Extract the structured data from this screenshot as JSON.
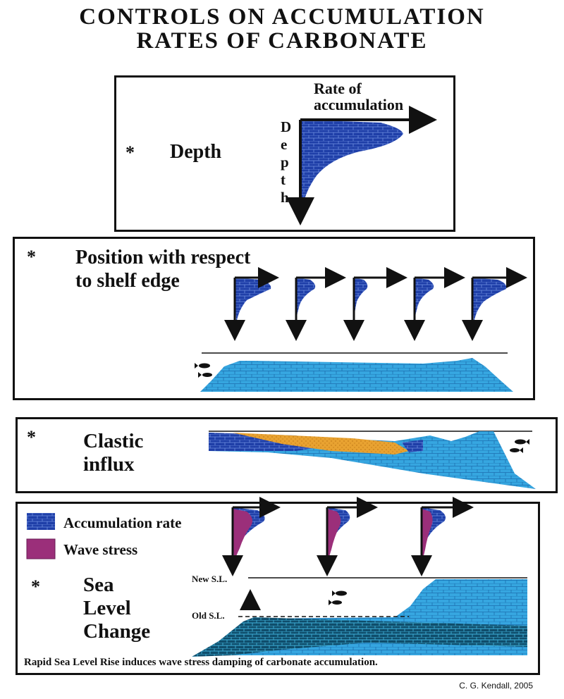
{
  "title": {
    "line1": "CONTROLS ON ACCUMULATION",
    "line2": "RATES  OF CARBONATE"
  },
  "panel_depth": {
    "star": "*",
    "label": "Depth",
    "x_axis_label_line1": "Rate of",
    "x_axis_label_line2": "accumulation",
    "y_axis_letters": [
      "D",
      "e",
      "p",
      "t",
      "h"
    ]
  },
  "panel_shelf": {
    "star": "*",
    "label_line1": "Position with respect",
    "label_line2": "to shelf edge"
  },
  "panel_clastic": {
    "star": "*",
    "label_line1": "Clastic",
    "label_line2": "influx"
  },
  "panel_sealevel": {
    "legend_accumulation": "Accumulation rate",
    "legend_wave": "Wave stress",
    "star": "*",
    "label_line1": "Sea",
    "label_line2": "Level",
    "label_line3": "Change",
    "new_sl": "New  S.L.",
    "old_sl": "Old S.L.",
    "caption": "Rapid Sea Level Rise induces wave stress damping of carbonate accumulation."
  },
  "credit": "C. G. Kendall, 2005",
  "colors": {
    "dark_blue": "#1f3fa8",
    "light_blue": "#36a6e0",
    "sand": "#e8a231",
    "wave_stress": "#9b2f7a"
  }
}
